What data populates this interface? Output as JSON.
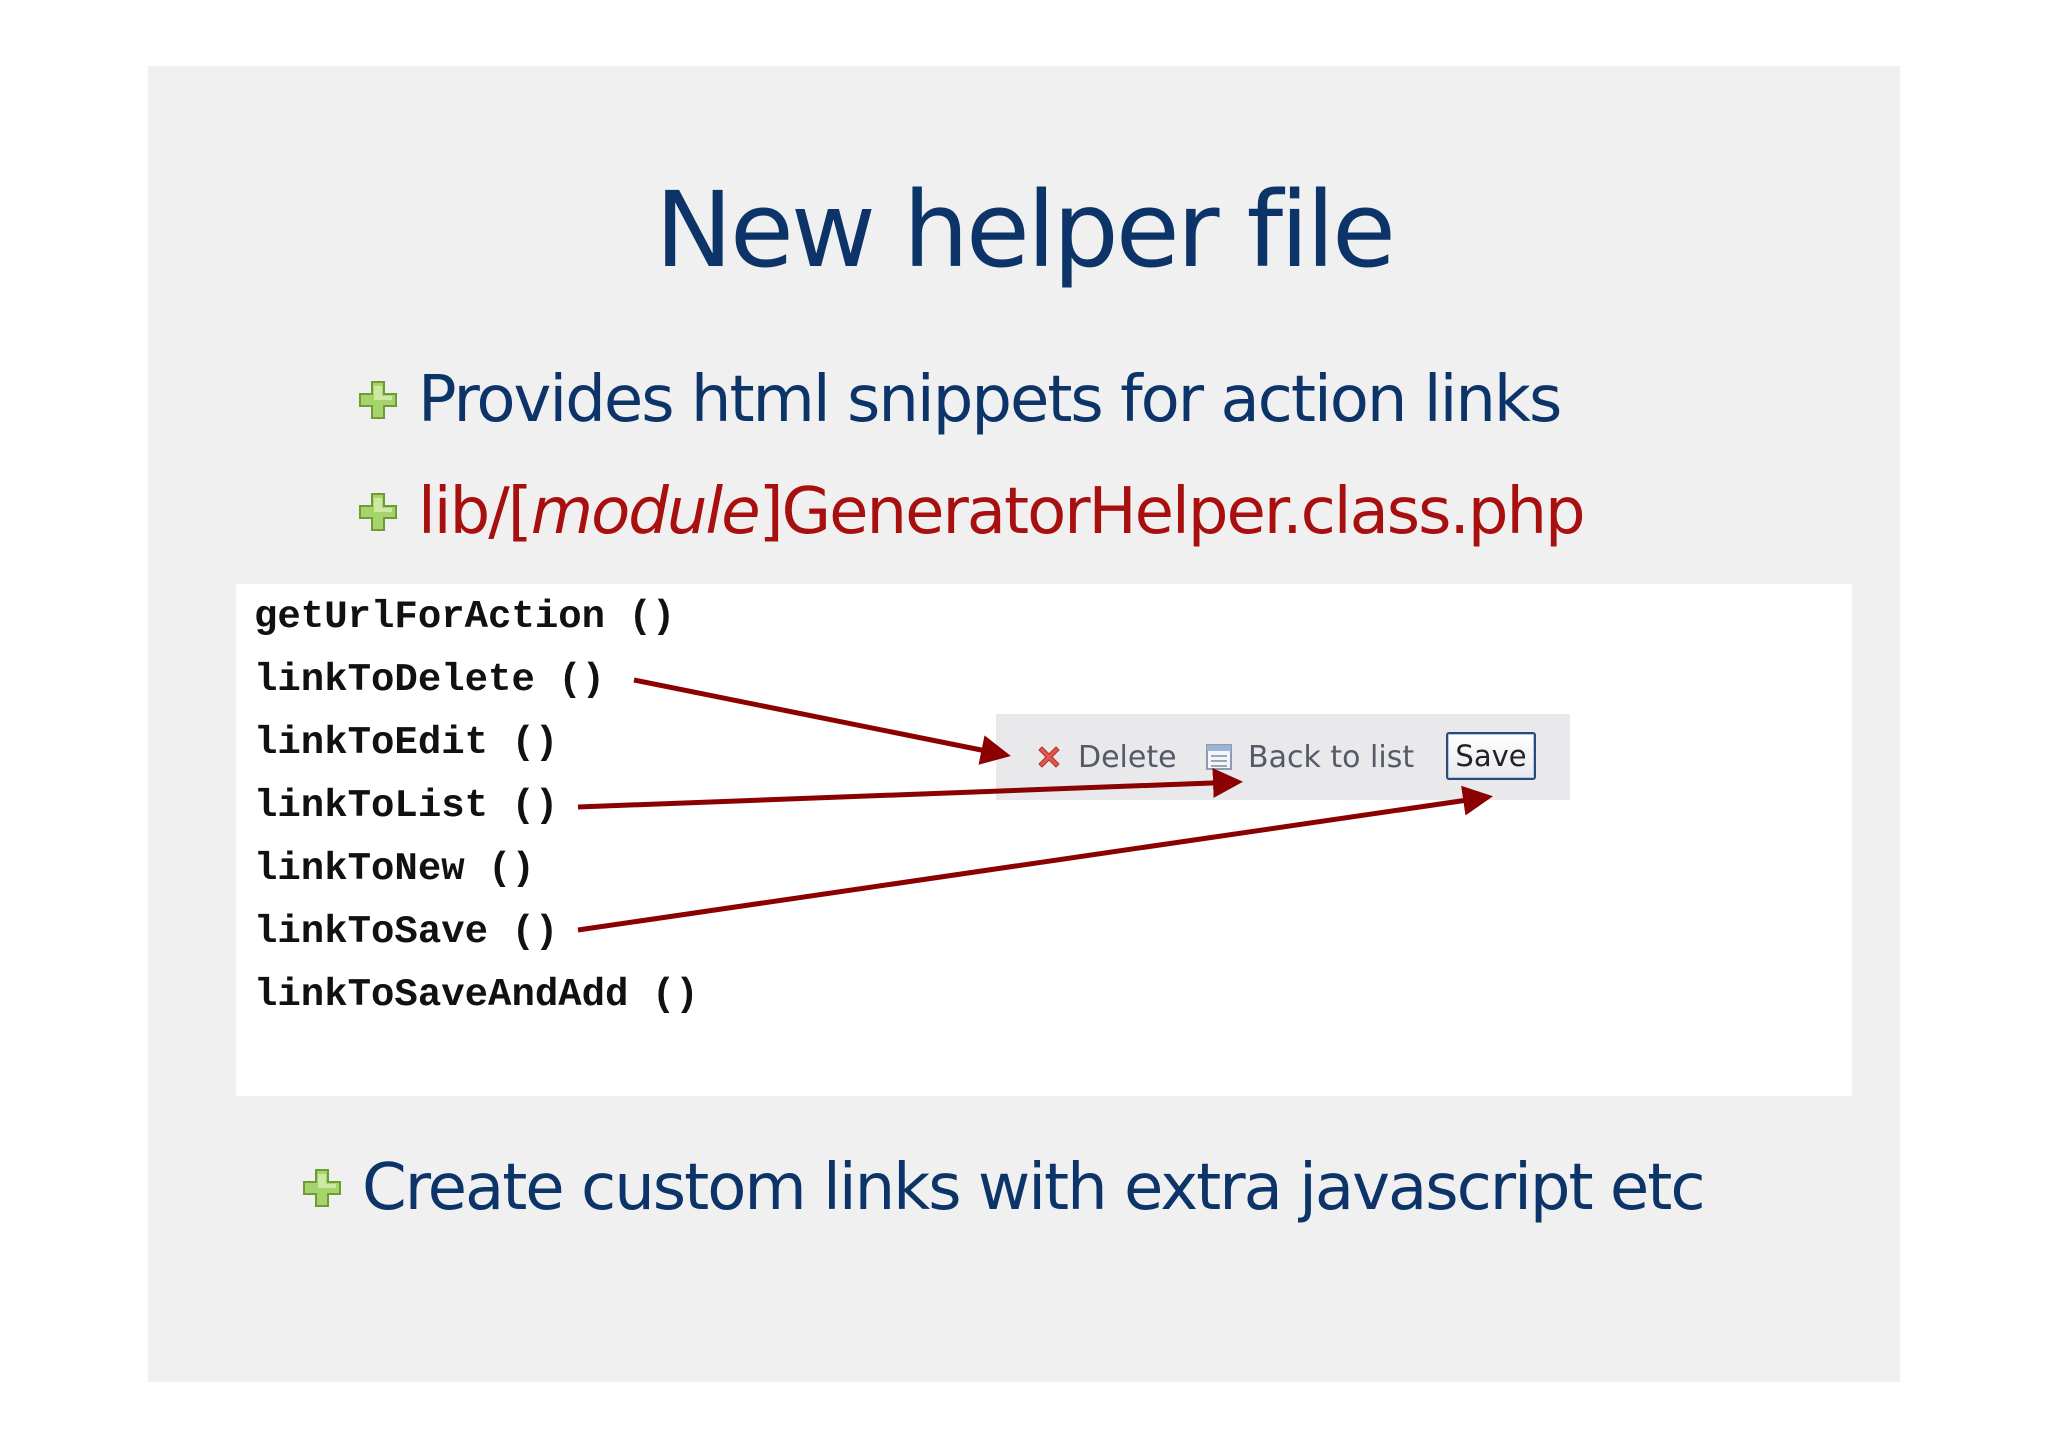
{
  "slide": {
    "title": "New helper file",
    "bullets": [
      {
        "text": "Provides html snippets for action links"
      },
      {
        "prefix": "lib/[",
        "italic": "module",
        "suffix": "]GeneratorHelper.class.php"
      },
      {
        "text": "Create custom links with extra javascript etc"
      }
    ],
    "bullet_icon": "plus-icon",
    "colors": {
      "background": "#f0f0f1",
      "title": "#0d3468",
      "highlight": "#a80f0f",
      "arrow": "#8b0000",
      "bullet_icon": "#8fc24f"
    }
  },
  "code": {
    "lines": [
      "getUrlForAction ()",
      "linkToDelete ()",
      "linkToEdit ()",
      "linkToList ()",
      "linkToNew ()",
      "linkToSave ()",
      "linkToSaveAndAdd ()"
    ]
  },
  "toolbar": {
    "delete_label": "Delete",
    "delete_icon": "delete-x-icon",
    "back_label": "Back to list",
    "back_icon": "list-icon",
    "save_label": "Save"
  }
}
